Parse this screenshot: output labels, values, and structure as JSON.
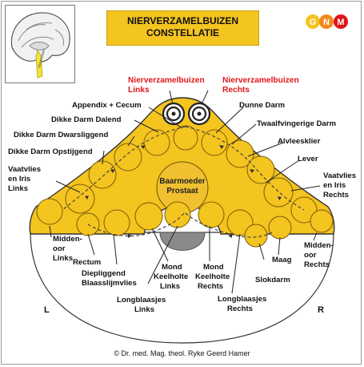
{
  "title": {
    "line1": "NIERVERZAMELBUIZEN",
    "line2": "CONSTELLATIE"
  },
  "logo": {
    "letters": [
      "G",
      "N",
      "M"
    ],
    "colors": [
      "#f4c41f",
      "#f28a1b",
      "#e0161a"
    ]
  },
  "thumbnail": {
    "label": "Hersenstam"
  },
  "labels_red": {
    "left_line1": "Nierverzamelbuizen",
    "left_line2": "Links",
    "right_line1": "Nierverzamelbuizen",
    "right_line2": "Rechts"
  },
  "labels": {
    "appendix": "Appendix + Cecum",
    "dunne_darm": "Dunne Darm",
    "dikke_darm_dalend": "Dikke Darm Dalend",
    "twaalfvingerige": "Twaalfvingerige Darm",
    "dikke_darm_dwars": "Dikke Darm Dwarsliggend",
    "alvleesklier": "Alvleesklier",
    "dikke_darm_opstijgend": "Dikke Darm Opstijgend",
    "lever": "Lever",
    "vaatvlies_links_1": "Vaatvlies",
    "vaatvlies_links_2": "en Iris",
    "vaatvlies_links_3": "Links",
    "vaatvlies_rechts_1": "Vaatvlies",
    "vaatvlies_rechts_2": "en Iris",
    "vaatvlies_rechts_3": "Rechts",
    "baarmoeder": "Baarmoeder",
    "prostaat": "Prostaat",
    "midden_links_1": "Midden-",
    "midden_links_2": "oor",
    "midden_links_3": "Links",
    "midden_rechts_1": "Midden-",
    "midden_rechts_2": "oor",
    "midden_rechts_3": "Rechts",
    "rectum": "Rectum",
    "diepliggend_1": "Diepliggend",
    "diepliggend_2": "Blaasslijmvlies",
    "mond_links_1": "Mond",
    "mond_links_2": "Keelholte",
    "mond_links_3": "Links",
    "mond_rechts_1": "Mond",
    "mond_rechts_2": "Keelholte",
    "mond_rechts_3": "Rechts",
    "long_links_1": "Longblaasjes",
    "long_links_2": "Links",
    "long_rechts_1": "Longblaasjes",
    "long_rechts_2": "Rechts",
    "slokdarm": "Slokdarm",
    "maag": "Maag",
    "side_left": "L",
    "side_right": "R"
  },
  "copyright": "© Dr. med. Mag. theol. Ryke Geerd Hamer",
  "colors": {
    "yellow": "#f4c41f",
    "yellow_dark": "#c9941a",
    "outline": "#333333"
  }
}
